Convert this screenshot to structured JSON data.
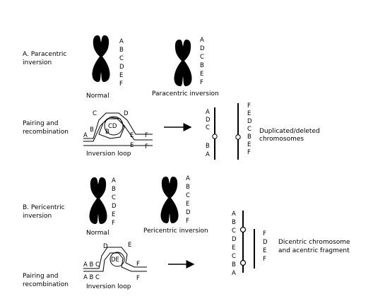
{
  "section_a": {
    "heading_line1": "A. Paracentric",
    "heading_line2": "inversion",
    "normal_label": "Normal",
    "normal_genes": [
      "A",
      "B",
      "C",
      "D",
      "E",
      "F"
    ],
    "inverted_label": "Paracentric inversion",
    "inverted_genes": [
      "A",
      "D",
      "C",
      "B",
      "E",
      "F"
    ],
    "pairing_line1": "Pairing and",
    "pairing_line2": "recombination",
    "loop_label": "Inversion loop",
    "loop_letters": {
      "a": "A",
      "b_outer": "B",
      "c": "C",
      "d": "D",
      "cd_inner": "CD",
      "b_inner": "B",
      "e_top": "E",
      "e_bottom": "E",
      "f_top": "F",
      "f_bottom": "F"
    },
    "product_left_genes_top": [
      "A",
      "D",
      "C"
    ],
    "product_left_genes_bottom": [
      "B",
      "A"
    ],
    "product_right_genes": [
      "F",
      "E",
      "D",
      "C",
      "B",
      "E",
      "F"
    ],
    "result_line1": "Duplicated/deleted",
    "result_line2": "chromosomes"
  },
  "section_b": {
    "heading_line1": "B. Pericentric",
    "heading_line2": "inversion",
    "normal_label": "Normal",
    "normal_genes": [
      "A",
      "B",
      "C",
      "D",
      "E",
      "F"
    ],
    "inverted_label": "Pericentric inversion",
    "inverted_genes": [
      "A",
      "B",
      "C",
      "E",
      "D",
      "F"
    ],
    "pairing_line1": "Pairing and",
    "pairing_line2": "recombination",
    "loop_label": "Inversion loop",
    "loop_letters": {
      "d": "D",
      "e": "E",
      "de_inner": "DE",
      "top_row": "A B C",
      "bottom_row": "A B C",
      "f_top": "F",
      "f_bottom": "F"
    },
    "dicentric_genes": [
      "A",
      "B",
      "C",
      "D",
      "E",
      "C",
      "B",
      "A"
    ],
    "acentric_genes": [
      "F",
      "D",
      "E",
      "F"
    ],
    "result_line1": "Dicentric chromosome",
    "result_line2": "and acentric fragment"
  },
  "colors": {
    "ink": "#000000",
    "background": "#ffffff"
  }
}
